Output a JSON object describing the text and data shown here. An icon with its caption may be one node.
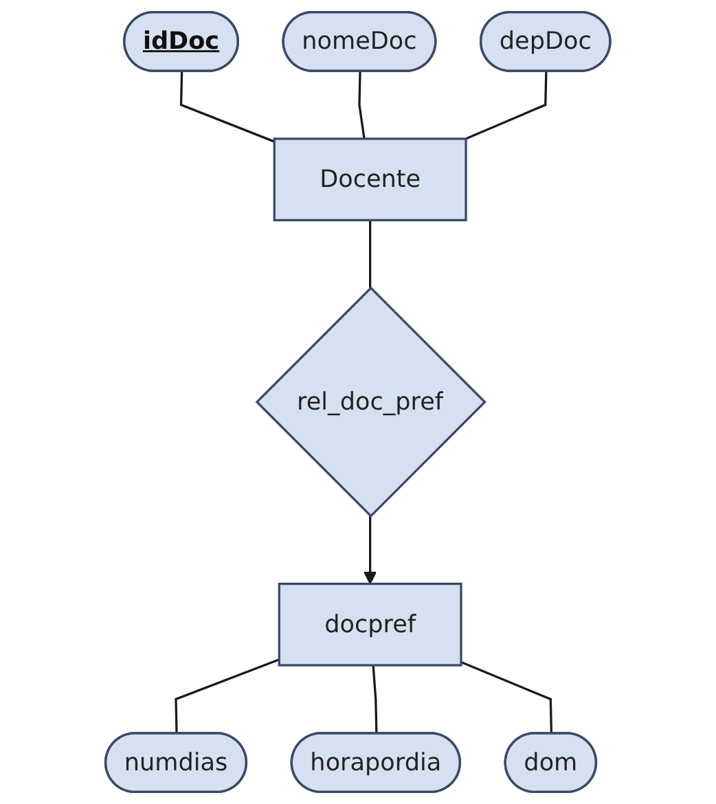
{
  "diagram": {
    "nodes": [
      {
        "text": [
          "idDoc"
        ]
      },
      {
        "text": [
          "nomeDoc"
        ]
      },
      {
        "text": [
          "depDoc"
        ]
      },
      {
        "text": [
          "Docente"
        ]
      },
      {
        "text": [
          "rel_doc_pref"
        ]
      },
      {
        "text": [
          "docpref"
        ]
      },
      {
        "text": [
          "numdias"
        ]
      },
      {
        "text": [
          "horapordia"
        ]
      },
      {
        "text": [
          "dom"
        ]
      }
    ],
    "edges": [
      {
        "from": 0,
        "to": 3,
        "arrow": "none"
      },
      {
        "from": 1,
        "to": 3,
        "arrow": "none"
      },
      {
        "from": 2,
        "to": 3,
        "arrow": "none"
      },
      {
        "from": 3,
        "to": 4,
        "arrow": "none"
      },
      {
        "from": 4,
        "to": 5,
        "arrow": "to"
      },
      {
        "from": 5,
        "to": 6,
        "arrow": "none"
      },
      {
        "from": 5,
        "to": 7,
        "arrow": "none"
      },
      {
        "from": 5,
        "to": 8,
        "arrow": "none"
      }
    ]
  }
}
